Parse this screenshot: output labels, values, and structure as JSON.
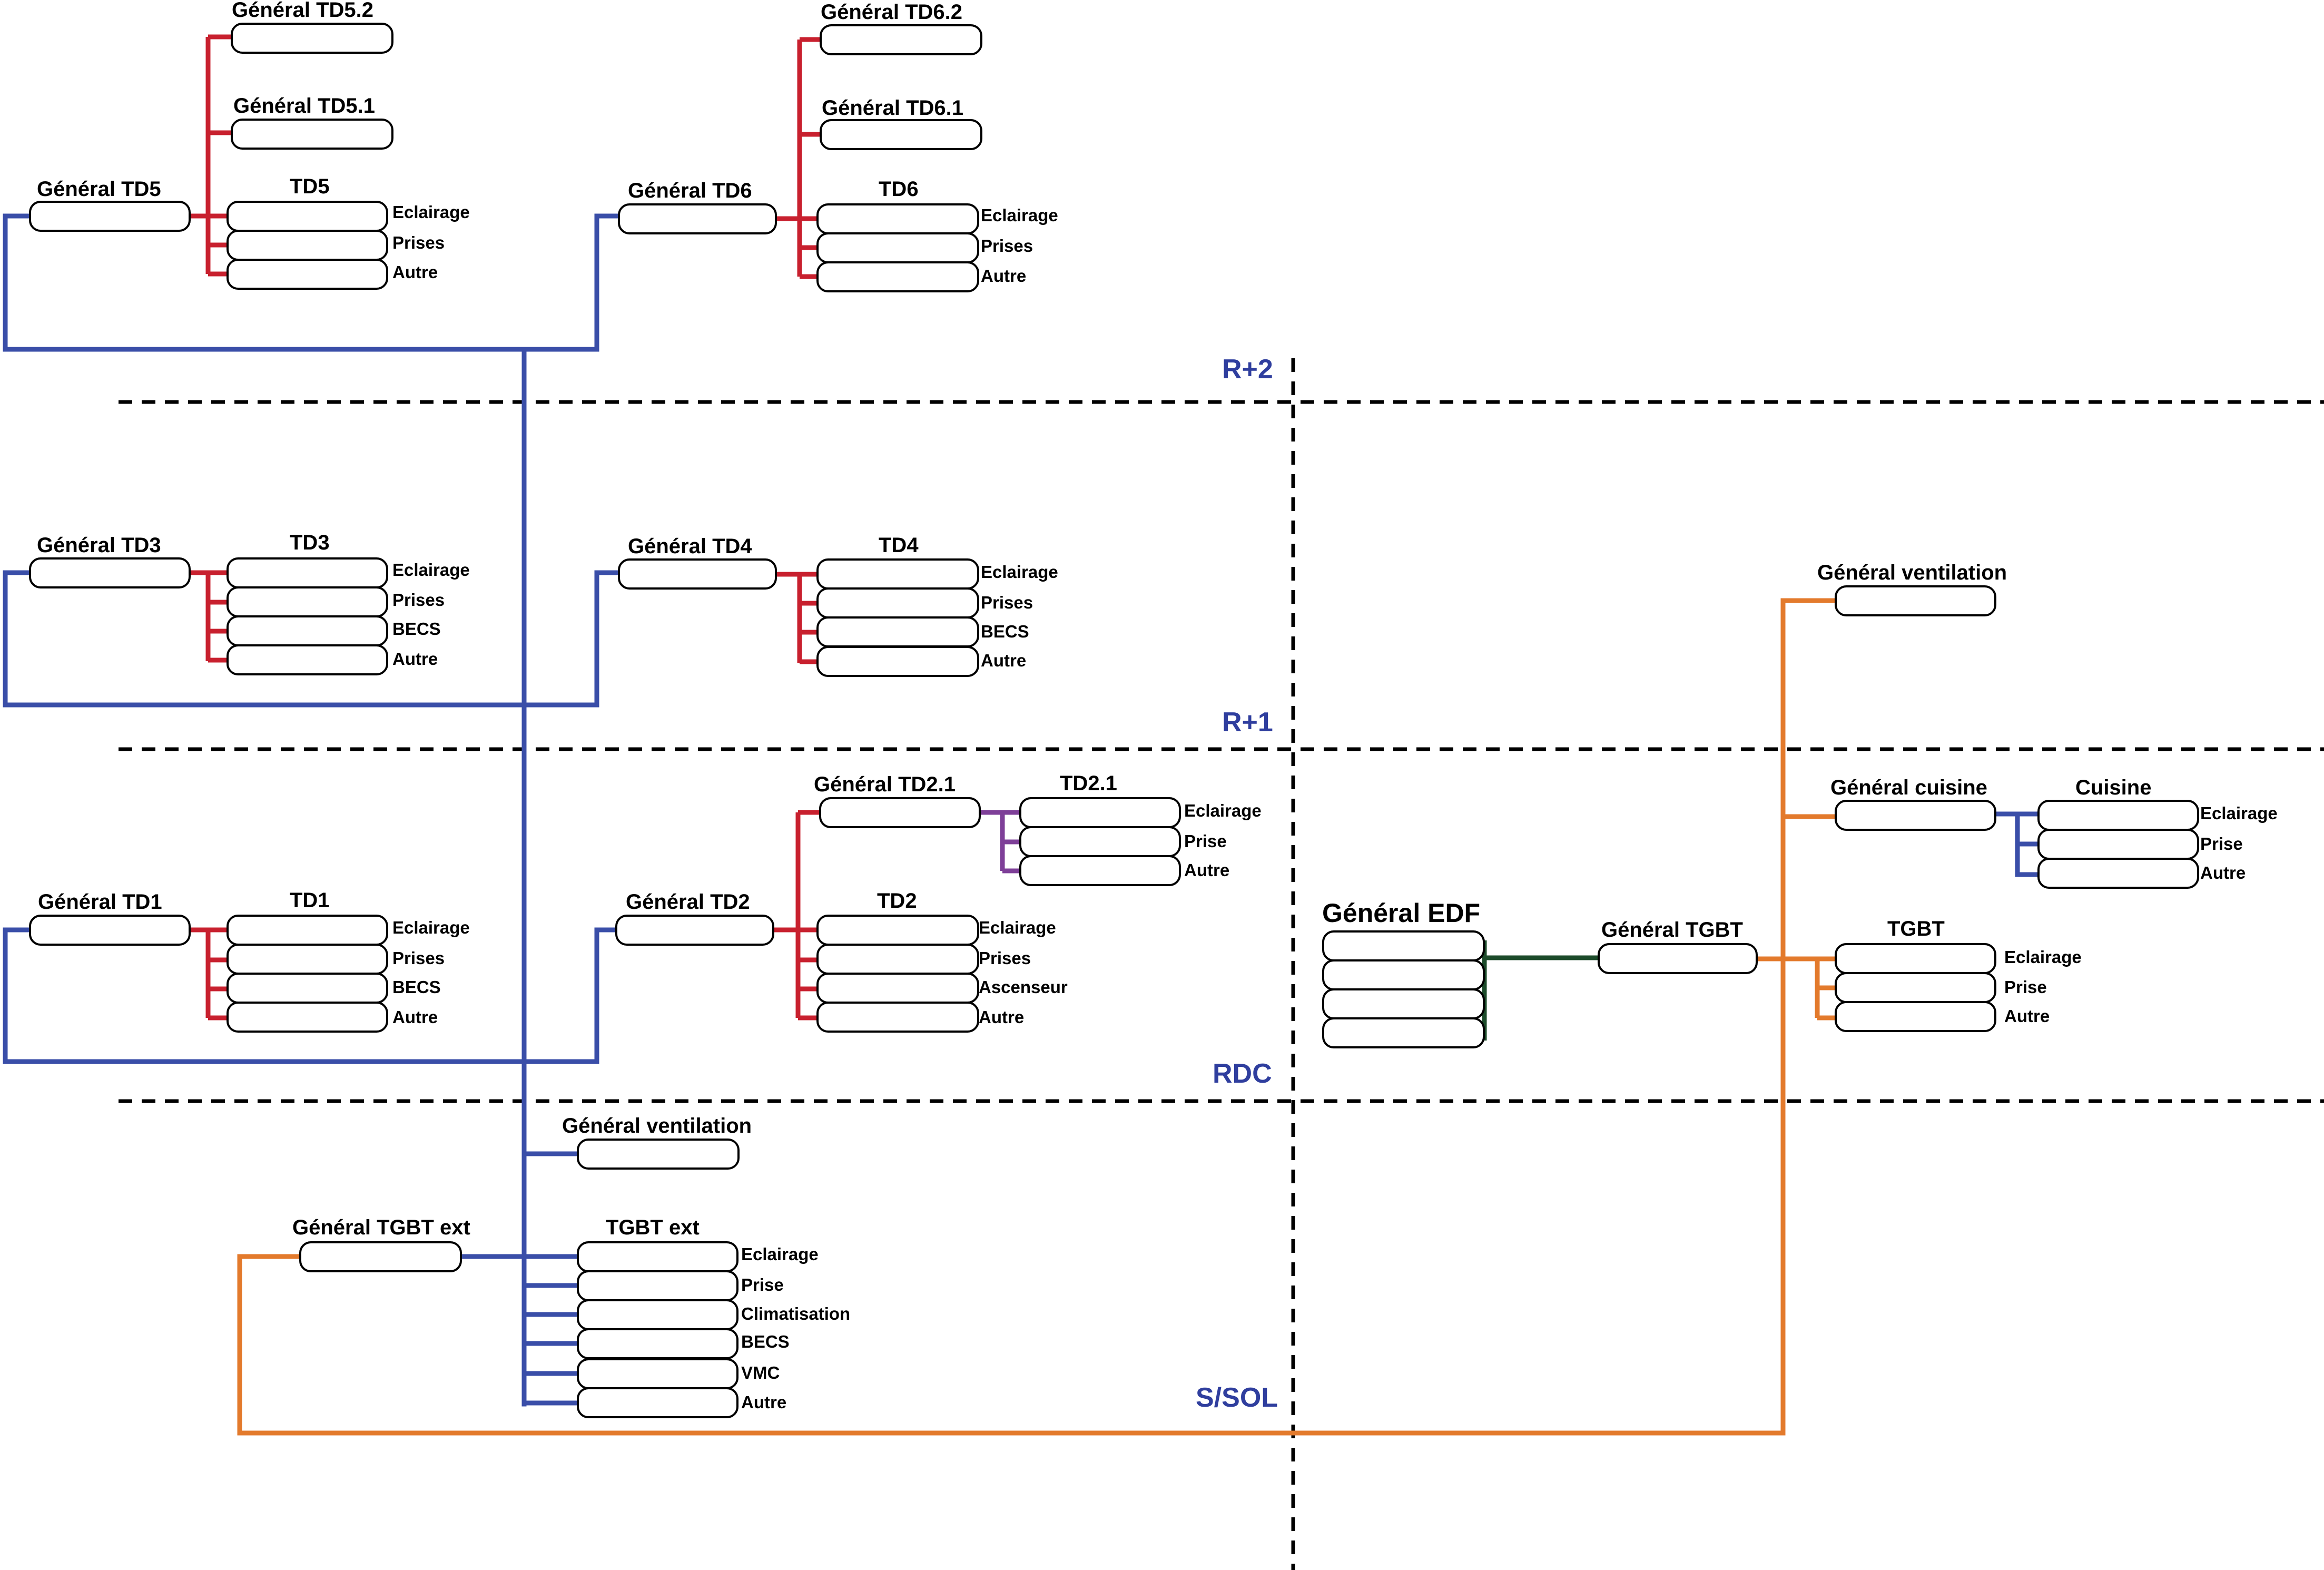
{
  "colors": {
    "blue": "#3a4ea8",
    "red": "#c8202e",
    "orange": "#e37a2c",
    "purple": "#7e3f98",
    "green": "#1c4b2a",
    "floor_label": "#2f3e9e"
  },
  "floors": {
    "r2": "R+2",
    "r1": "R+1",
    "rdc": "RDC",
    "ssol": "S/SOL"
  },
  "td5": {
    "general": "Général TD5",
    "td52": "Général TD5.2",
    "td51": "Général TD5.1",
    "title": "TD5",
    "items": [
      "Eclairage",
      "Prises",
      "Autre"
    ]
  },
  "td6": {
    "general": "Général TD6",
    "td62": "Général TD6.2",
    "td61": "Général TD6.1",
    "title": "TD6",
    "items": [
      "Eclairage",
      "Prises",
      "Autre"
    ]
  },
  "td3": {
    "general": "Général TD3",
    "title": "TD3",
    "items": [
      "Eclairage",
      "Prises",
      "BECS",
      "Autre"
    ]
  },
  "td4": {
    "general": "Général TD4",
    "title": "TD4",
    "items": [
      "Eclairage",
      "Prises",
      "BECS",
      "Autre"
    ]
  },
  "td1": {
    "general": "Général TD1",
    "title": "TD1",
    "items": [
      "Eclairage",
      "Prises",
      "BECS",
      "Autre"
    ]
  },
  "td2": {
    "general": "Général TD2",
    "td21_general": "Général TD2.1",
    "td21_title": "TD2.1",
    "td21_items": [
      "Eclairage",
      "Prise",
      "Autre"
    ],
    "title": "TD2",
    "items": [
      "Eclairage",
      "Prises",
      "Ascenseur",
      "Autre"
    ]
  },
  "tgbt_ext": {
    "ventilation": "Général ventilation",
    "general": "Général TGBT ext",
    "title": "TGBT ext",
    "items": [
      "Eclairage",
      "Prise",
      "Climatisation",
      "BECS",
      "VMC",
      "Autre"
    ]
  },
  "edf": {
    "general": "Général EDF"
  },
  "tgbt": {
    "general": "Général TGBT",
    "title": "TGBT",
    "items": [
      "Eclairage",
      "Prise",
      "Autre"
    ]
  },
  "ventilation": {
    "general": "Général ventilation"
  },
  "cuisine": {
    "general": "Général cuisine",
    "title": "Cuisine",
    "items": [
      "Eclairage",
      "Prise",
      "Autre"
    ]
  }
}
